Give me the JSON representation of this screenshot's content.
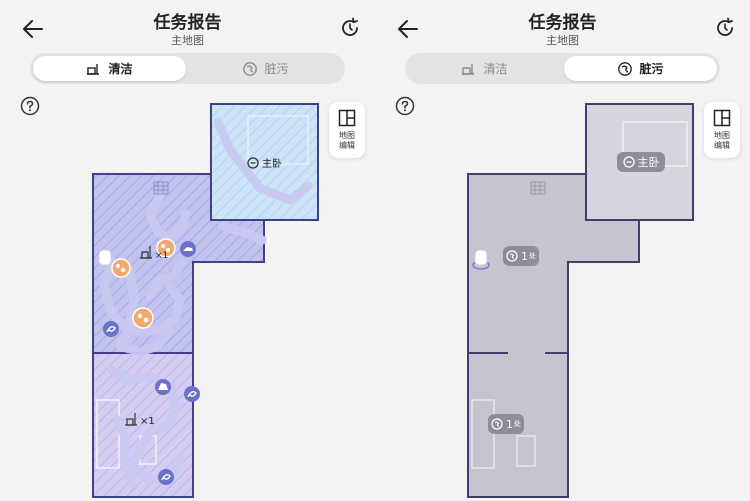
{
  "header": {
    "title": "任务报告",
    "subtitle": "主地图"
  },
  "tabs": {
    "clean": "清洁",
    "dirty": "脏污"
  },
  "map_edit": {
    "line1": "地图",
    "line2": "编辑"
  },
  "rooms": {
    "master_bedroom": "主卧"
  },
  "left_markers": {
    "count_top": "×1",
    "count_bottom": "×1"
  },
  "right_markers": {
    "count_a": "1",
    "count_b": "1",
    "unit": "处"
  },
  "colors": {
    "clean_fill": "#b9b9e8",
    "path": "#c7c7f0",
    "wall": "#3f3f8c",
    "bedroom_fill": "#c9e3f7",
    "dirty_fill": "#c5c4cf",
    "stain": "#f2a96b"
  }
}
